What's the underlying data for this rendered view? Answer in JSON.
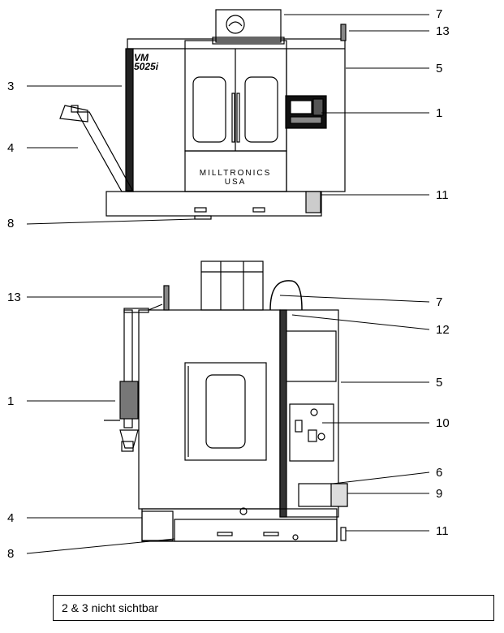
{
  "front_view": {
    "callouts_left": [
      "3",
      "4",
      "8"
    ],
    "callouts_right": [
      "7",
      "13",
      "5",
      "1",
      "11"
    ],
    "model_badge": "VM\n5025i",
    "brand_logo": "MILLTRONICS\nUSA"
  },
  "side_view": {
    "callouts_left": [
      "13",
      "1",
      "4",
      "8"
    ],
    "callouts_right": [
      "7",
      "12",
      "5",
      "10",
      "6",
      "9",
      "11"
    ]
  },
  "caption": "2 & 3 nicht sichtbar"
}
